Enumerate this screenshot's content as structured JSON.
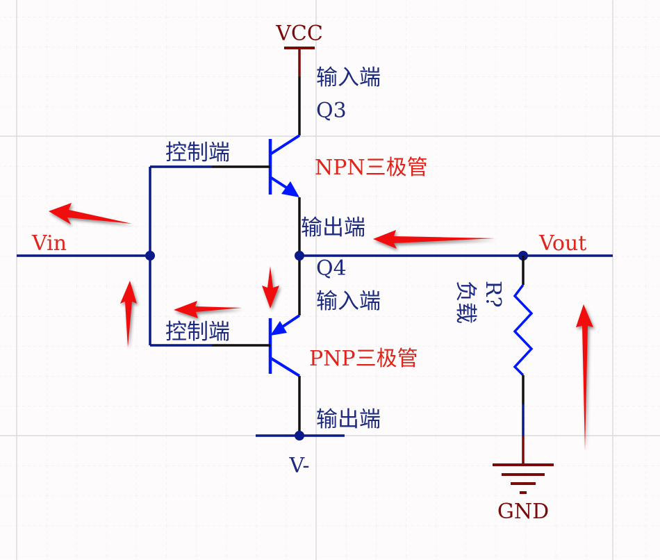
{
  "diagram": {
    "type": "schematic",
    "colors": {
      "wire": "#0a1a8a",
      "transistor": "#0018ff",
      "pin_black": "#111111",
      "power": "#7a0a0a",
      "label_blue": "#1c2a80",
      "label_red": "#e2231a",
      "arrow_red": "#f01010",
      "grid_major": "#dcdcdc",
      "grid_minor": "#ecebeb"
    },
    "power": {
      "vcc": "VCC",
      "vminus": "V-",
      "gnd": "GND"
    },
    "nets": {
      "vin": "Vin",
      "vout": "Vout"
    },
    "q3": {
      "designator": "Q3",
      "type_label": "NPN三极管",
      "input_label": "输入端",
      "control_label": "控制端",
      "output_label": "输出端"
    },
    "q4": {
      "designator": "Q4",
      "type_label": "PNP三极管",
      "input_label": "输入端",
      "control_label": "控制端",
      "output_label": "输出端"
    },
    "load": {
      "designator": "R?",
      "label": "负载"
    },
    "annotations": [
      {
        "id": "arrow-vin-left",
        "direction": "left"
      },
      {
        "id": "arrow-vin-up",
        "direction": "up"
      },
      {
        "id": "arrow-q4-control-left",
        "direction": "left"
      },
      {
        "id": "arrow-q4-down",
        "direction": "down"
      },
      {
        "id": "arrow-vout-left",
        "direction": "left"
      },
      {
        "id": "arrow-vout-up",
        "direction": "up"
      }
    ]
  }
}
